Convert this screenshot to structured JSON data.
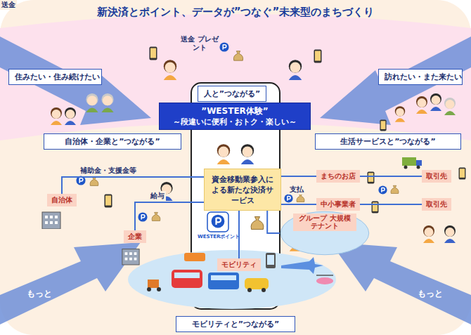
{
  "diagram": {
    "title": "新決済とポイント、データが”つなぐ”未来型のまちづくり",
    "nodes": [
      {
        "text": [
          "人と”つながる”"
        ]
      },
      {
        "text": [
          "”WESTER体験”",
          "～段違いに便利・おトク・楽しい～"
        ]
      },
      {
        "text": [
          "自治体・企業と”つながる”"
        ]
      },
      {
        "text": [
          "生活サービスと”つながる”"
        ]
      },
      {
        "text": [
          "資金移動業参入による新たな決済サービス"
        ]
      },
      {
        "text": [
          "自治体"
        ]
      },
      {
        "text": [
          "企業"
        ]
      },
      {
        "text": [
          "まちのお店"
        ]
      },
      {
        "text": [
          "取引先"
        ]
      },
      {
        "text": [
          "中小事業者"
        ]
      },
      {
        "text": [
          "取引先"
        ]
      },
      {
        "text": [
          "グループ 大規模テナント"
        ]
      },
      {
        "text": [
          "モビリティ"
        ]
      },
      {
        "text": [
          "モビリティと”つながる”"
        ]
      },
      {
        "text": [
          "住みたい・住み続けたい"
        ]
      },
      {
        "text": [
          "訪れたい・また来たい"
        ]
      }
    ],
    "edges": [
      {
        "from": 4,
        "to": 5,
        "label": "補助金・支援金等",
        "arrow": "none"
      },
      {
        "from": 4,
        "to": 6,
        "label": "給与",
        "arrow": "none"
      },
      {
        "from": 4,
        "to": 7,
        "label": "支払",
        "arrow": "none"
      },
      {
        "from": 4,
        "to": 9,
        "arrow": "none"
      },
      {
        "from": 7,
        "to": 8,
        "label": "送金",
        "arrow": "none"
      },
      {
        "from": 9,
        "to": 10,
        "arrow": "none"
      },
      {
        "from": 4,
        "to": 11,
        "arrow": "none"
      },
      {
        "from": 4,
        "to": 12,
        "arrow": "none"
      }
    ],
    "labels": [
      "送金 プレゼント",
      "もっと",
      "もっと",
      "WESTERポイント"
    ]
  }
}
